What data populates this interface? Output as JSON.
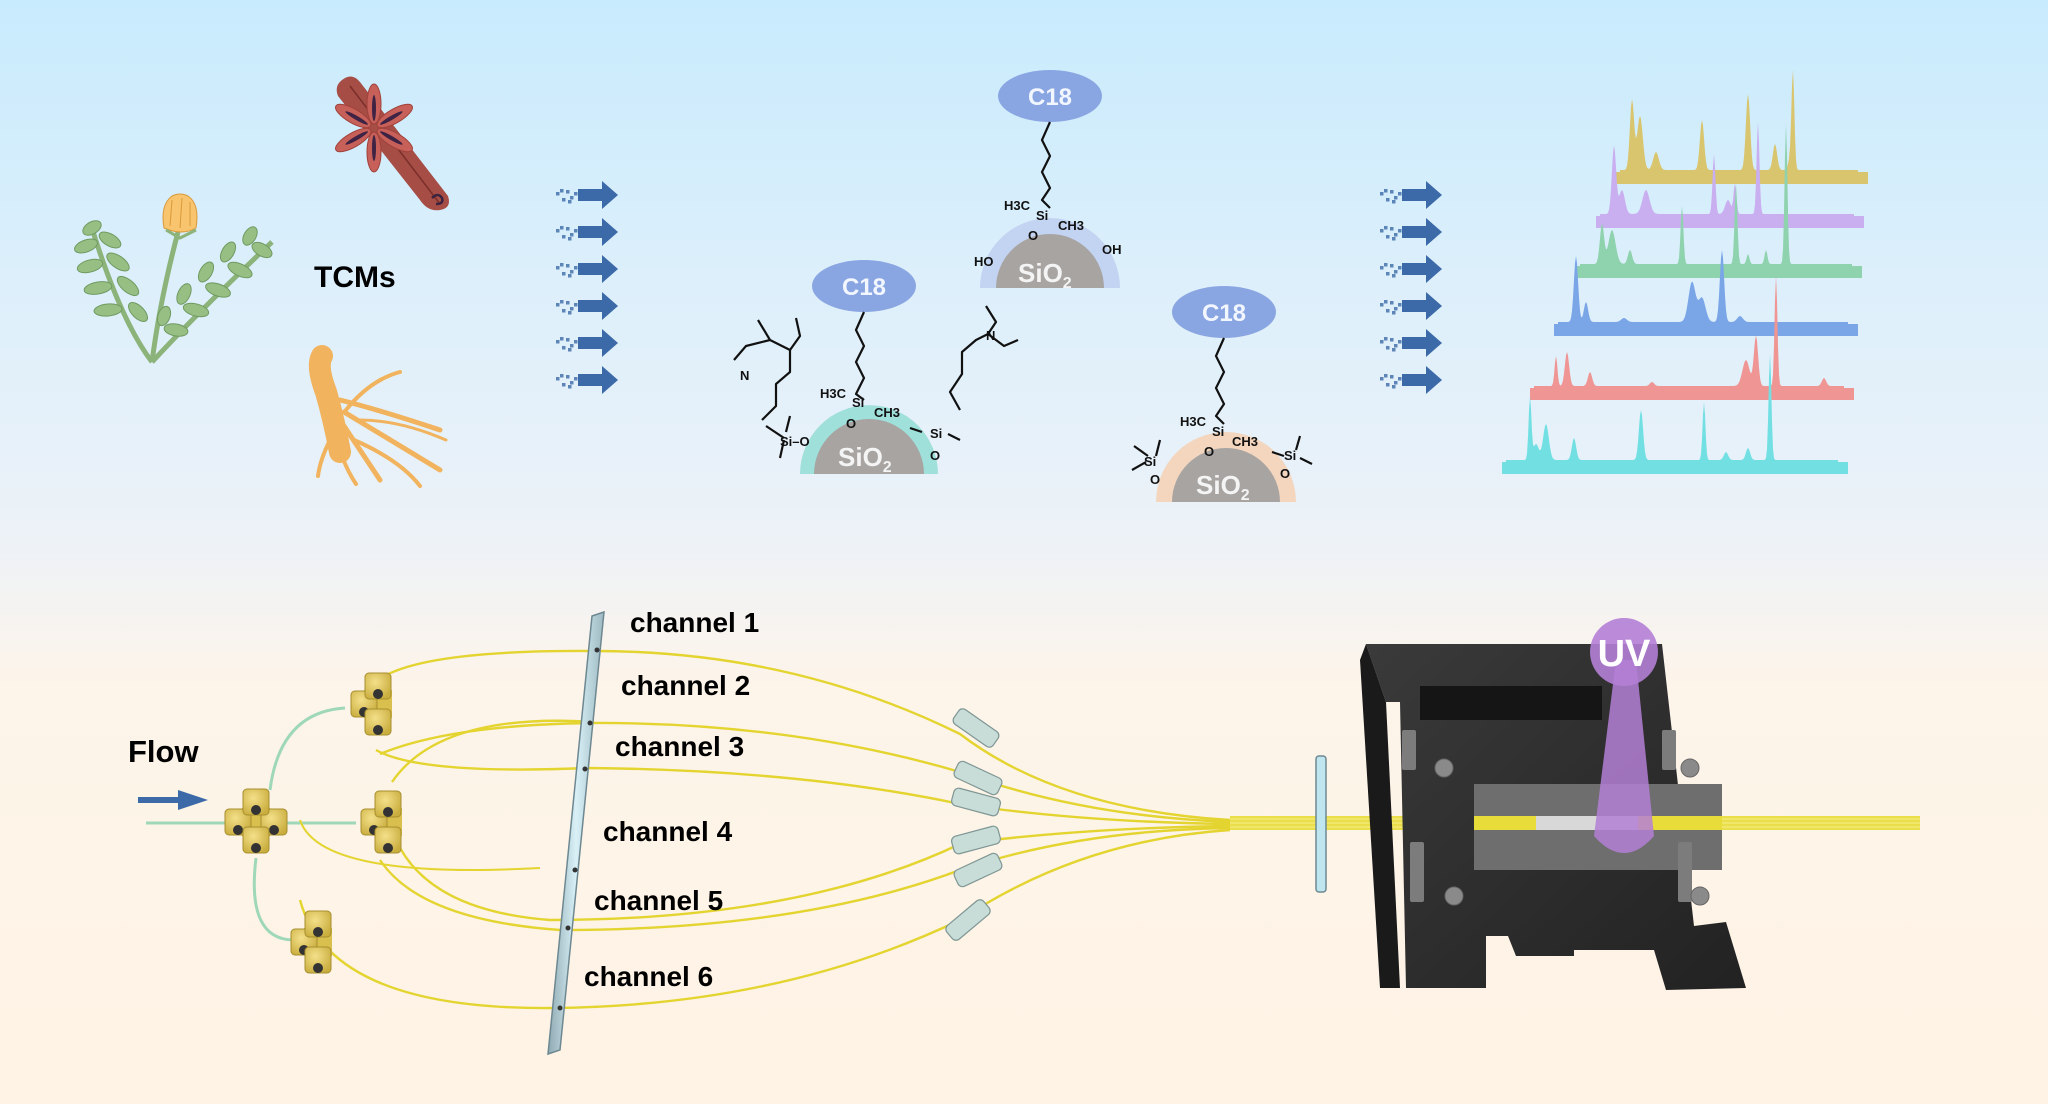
{
  "diagram": {
    "top_section": {
      "source_label": "TCMs",
      "source_icons": [
        "herb-plant-icon",
        "star-anise-cinnamon-icon",
        "ginseng-root-icon"
      ],
      "arrow_groups": 2,
      "arrows_per_group": 6,
      "structures": [
        {
          "name": "amine-modified-c18",
          "ligand": "C18",
          "core": "SiO",
          "core_subscript": "2",
          "shell_color": "#9fe0db",
          "groups": [
            "H3C",
            "Si",
            "CH3",
            "O"
          ],
          "side_groups": [
            "N-diethylaminopropyl-dimethylsilyl",
            "N-diethylaminopropyl-dimethylsilyl"
          ]
        },
        {
          "name": "unendcapped-c18",
          "ligand": "C18",
          "core": "SiO",
          "core_subscript": "2",
          "shell_color": "#c3d3f2",
          "groups": [
            "H3C",
            "Si",
            "CH3",
            "O"
          ],
          "side_groups": [
            "HO",
            "OH"
          ]
        },
        {
          "name": "tms-endcapped-c18",
          "ligand": "C18",
          "core": "SiO",
          "core_subscript": "2",
          "shell_color": "#f3d6bd",
          "groups": [
            "H3C",
            "Si",
            "CH3",
            "O"
          ],
          "side_groups": [
            "trimethylsilyl",
            "trimethylsilyl"
          ]
        }
      ],
      "chromatograms": {
        "count": 6,
        "colors": [
          "#d9c56e",
          "#c9aef0",
          "#8fd3ae",
          "#7aa6e8",
          "#ef9594",
          "#72e0e3"
        ]
      }
    },
    "bottom_section": {
      "flow_label": "Flow",
      "channels": [
        "channel 1",
        "channel 2",
        "channel 3",
        "channel 4",
        "channel 5",
        "channel 6"
      ],
      "detector_label": "UV"
    }
  },
  "colors": {
    "arrow": "#3c6aa8",
    "ligand_ellipse": "#8aa6e2",
    "core": "#a8a4a2",
    "capillary": "#e8d832",
    "connector": "#e0c85a",
    "uv": "#b47fd6",
    "holder": "#2a2a2a"
  }
}
